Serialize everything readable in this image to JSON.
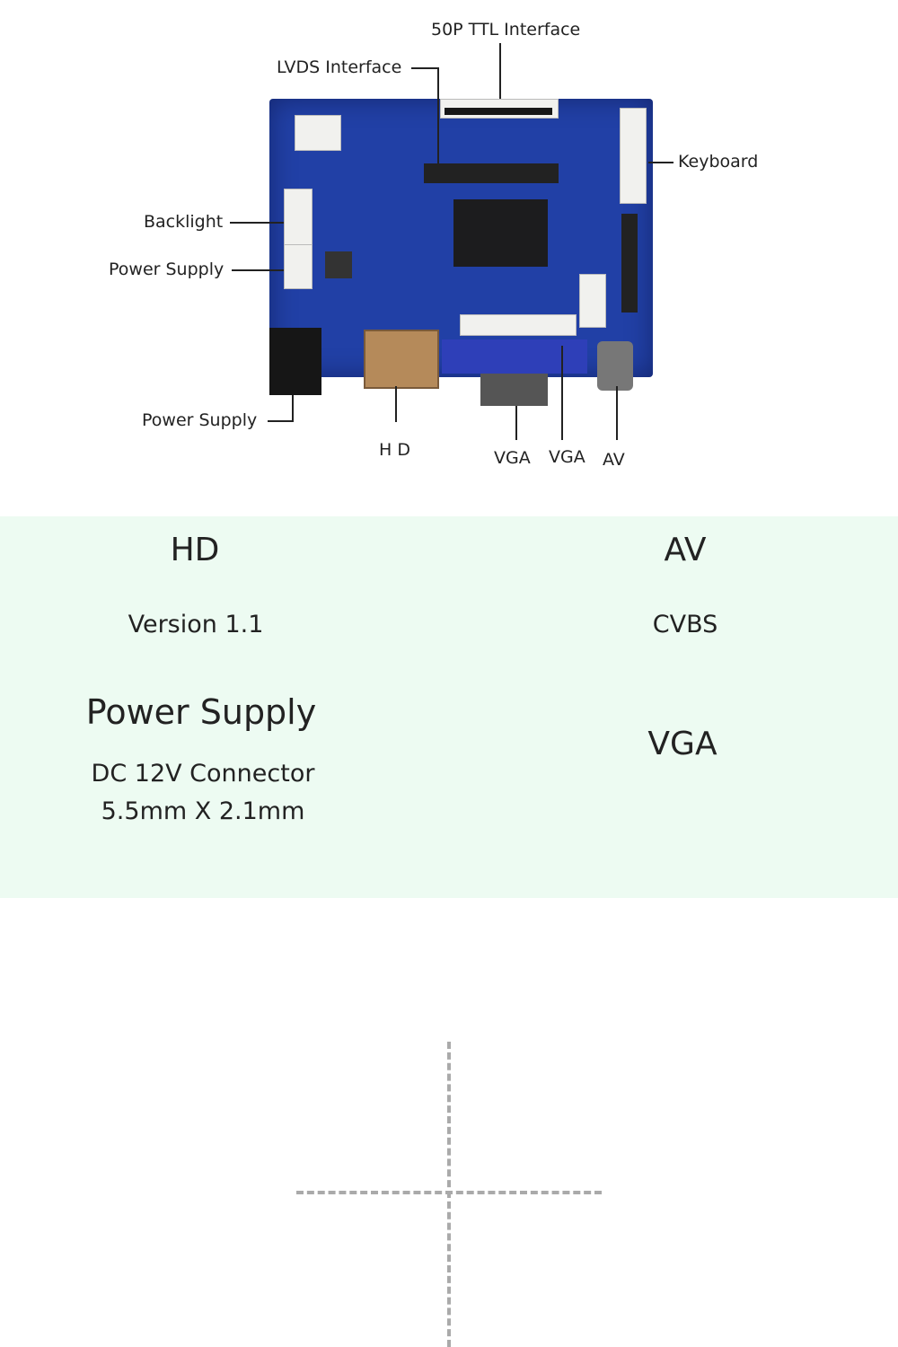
{
  "callouts": {
    "ttl": "50P TTL Interface",
    "lvds": "LVDS Interface",
    "keyboard": "Keyboard",
    "backlight": "Backlight",
    "power_supply_top": "Power Supply",
    "power_supply_bottom": "Power Supply",
    "hd": "H D",
    "vga1": "VGA",
    "vga2": "VGA",
    "av": "AV"
  },
  "specs": {
    "hd_title": "HD",
    "hd_detail": "Version 1.1",
    "av_title": "AV",
    "av_detail": "CVBS",
    "power_title": "Power Supply",
    "power_detail_1": "DC 12V Connector",
    "power_detail_2": "5.5mm X 2.1mm",
    "vga_title": "VGA"
  },
  "colors": {
    "board": "#2140a6",
    "panel": "#edfbf2"
  }
}
